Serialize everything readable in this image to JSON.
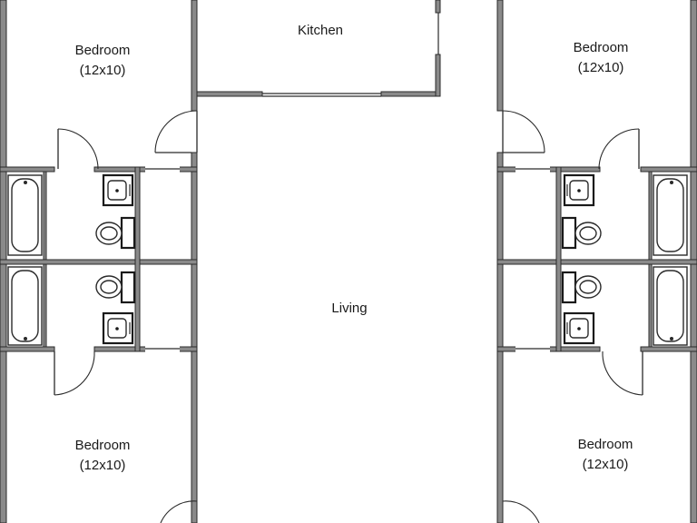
{
  "rooms": {
    "kitchen": "Kitchen",
    "living": "Living",
    "bedroom_top_left": {
      "name": "Bedroom",
      "size": "(12x10)"
    },
    "bedroom_top_right": {
      "name": "Bedroom",
      "size": "(12x10)"
    },
    "bedroom_bottom_left": {
      "name": "Bedroom",
      "size": "(12x10)"
    },
    "bedroom_bottom_right": {
      "name": "Bedroom",
      "size": "(12x10)"
    }
  }
}
